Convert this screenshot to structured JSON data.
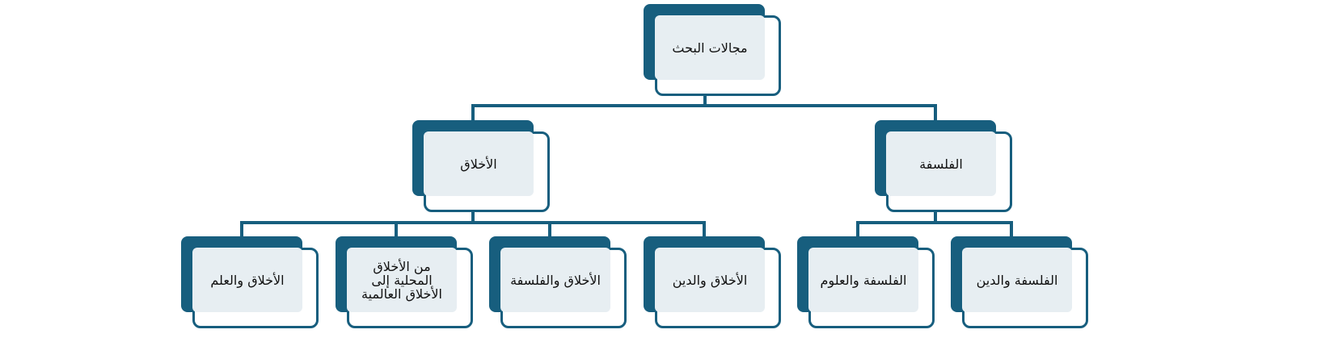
{
  "colors": {
    "primary": "#175e7e",
    "inner": "#e7eef2",
    "text": "#111111"
  },
  "diagram": {
    "root": {
      "label": "مجالات البحث"
    },
    "branches": [
      {
        "label": "الفلسفة",
        "children": [
          {
            "label": "الفلسفة والدين"
          },
          {
            "label": "الفلسفة والعلوم"
          }
        ]
      },
      {
        "label": "الأخلاق",
        "children": [
          {
            "label": "الأخلاق والدين"
          },
          {
            "label": "الأخلاق والفلسفة"
          },
          {
            "label": "من الأخلاق\nالمحلية إلى\nالأخلاق العالمية"
          },
          {
            "label": "الأخلاق والعلم"
          }
        ]
      }
    ]
  }
}
